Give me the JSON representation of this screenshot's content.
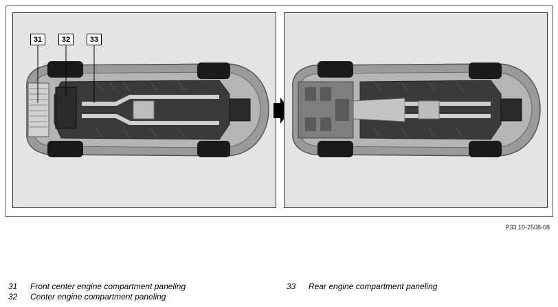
{
  "callouts": [
    "31",
    "32",
    "33"
  ],
  "figure_ref": "P33.10-2508-08",
  "legend": [
    {
      "num": "31",
      "text": "Front center engine compartment paneling"
    },
    {
      "num": "32",
      "text": "Center engine compartment paneling"
    },
    {
      "num": "33",
      "text": "Rear engine compartment paneling"
    }
  ],
  "colors": {
    "panel_bg": "#e4e4e4",
    "body": "#8a8a8a",
    "dark": "#2e2e2e",
    "tire": "#1a1a1a"
  }
}
